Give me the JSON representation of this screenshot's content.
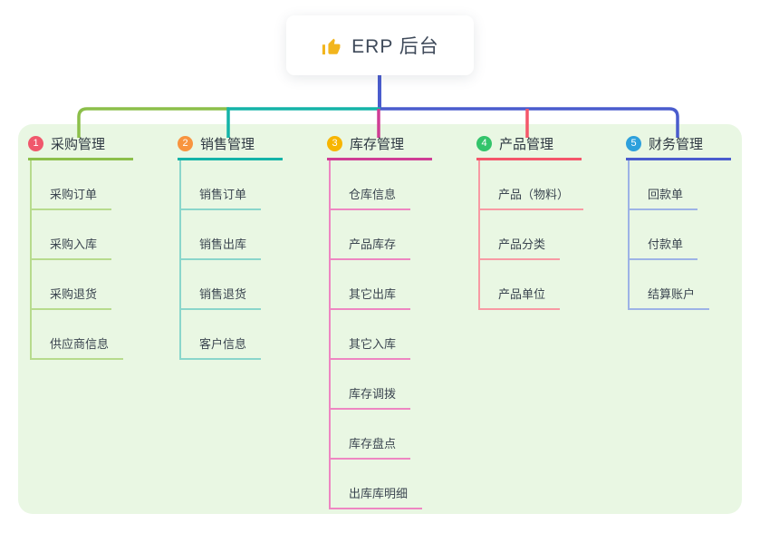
{
  "root": {
    "label": "ERP 后台",
    "icon": "thumbs-up-icon",
    "icon_color": "#f2b51d"
  },
  "connector": {
    "trunk_color": "#4a5ccd"
  },
  "panel": {
    "background": "#e9f7e3"
  },
  "branches": [
    {
      "num": "1",
      "label": "采购管理",
      "badge_color": "#f0586c",
      "line_color": "#8cbf4a",
      "child_line_color": "#b7db8d",
      "children": [
        "采购订单",
        "采购入库",
        "采购退货",
        "供应商信息"
      ]
    },
    {
      "num": "2",
      "label": "销售管理",
      "badge_color": "#f8943f",
      "line_color": "#14b3a8",
      "child_line_color": "#8ad6cb",
      "children": [
        "销售订单",
        "销售出库",
        "销售退货",
        "客户信息"
      ]
    },
    {
      "num": "3",
      "label": "库存管理",
      "badge_color": "#f7b500",
      "line_color": "#cf3d95",
      "child_line_color": "#ee86c2",
      "children": [
        "仓库信息",
        "产品库存",
        "其它出库",
        "其它入库",
        "库存调拨",
        "库存盘点",
        "出库库明细"
      ]
    },
    {
      "num": "4",
      "label": "产品管理",
      "badge_color": "#33c46b",
      "line_color": "#f4566a",
      "child_line_color": "#f89aa4",
      "children": [
        "产品（物料）",
        "产品分类",
        "产品单位"
      ]
    },
    {
      "num": "5",
      "label": "财务管理",
      "badge_color": "#2da0dc",
      "line_color": "#4a5ccd",
      "child_line_color": "#9db3e6",
      "children": [
        "回款单",
        "付款单",
        "结算账户"
      ]
    }
  ]
}
